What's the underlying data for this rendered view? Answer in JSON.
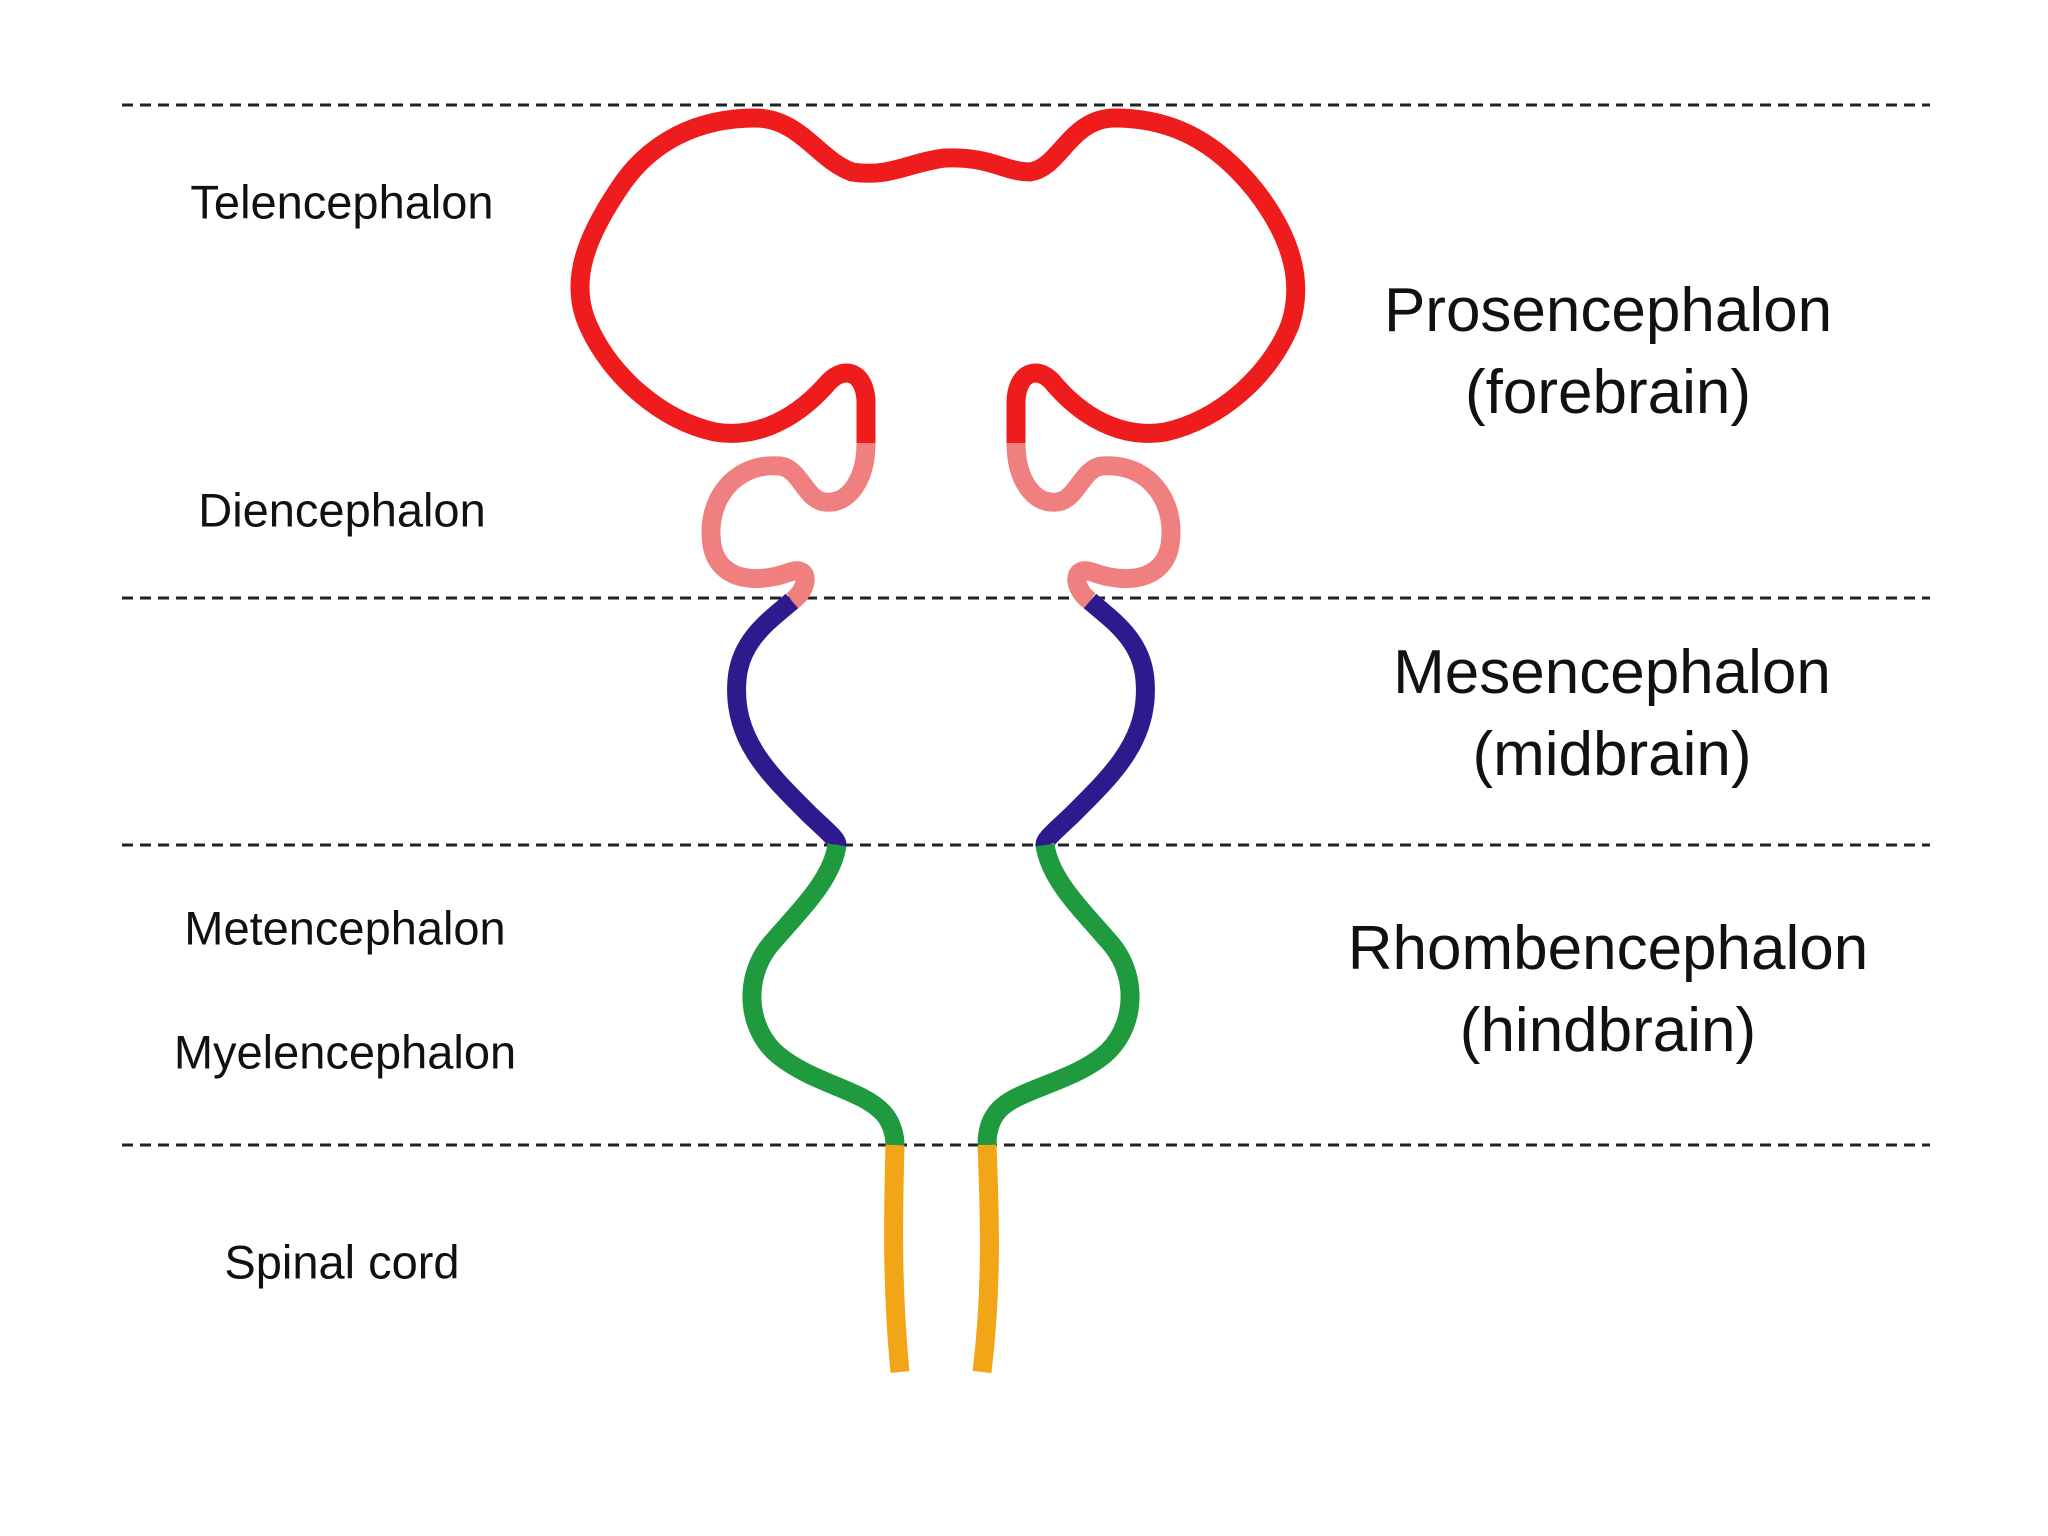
{
  "subdivisions": {
    "telencephalon": "Telencephalon",
    "diencephalon": "Diencephalon",
    "metencephalon": "Metencephalon",
    "myelencephalon": "Myelencephalon",
    "spinal_cord": "Spinal cord"
  },
  "regions": {
    "prosencephalon": {
      "name": "Prosencephalon",
      "common": "(forebrain)"
    },
    "mesencephalon": {
      "name": "Mesencephalon",
      "common": "(midbrain)"
    },
    "rhombencephalon": {
      "name": "Rhombencephalon",
      "common": "(hindbrain)"
    }
  },
  "colors": {
    "telencephalon": "#ee1c1c",
    "diencephalon": "#f08080",
    "mesencephalon": "#2e1a8c",
    "rhombencephalon": "#1f9a3e",
    "spinal_cord": "#f2a516",
    "divider": "#222222"
  }
}
